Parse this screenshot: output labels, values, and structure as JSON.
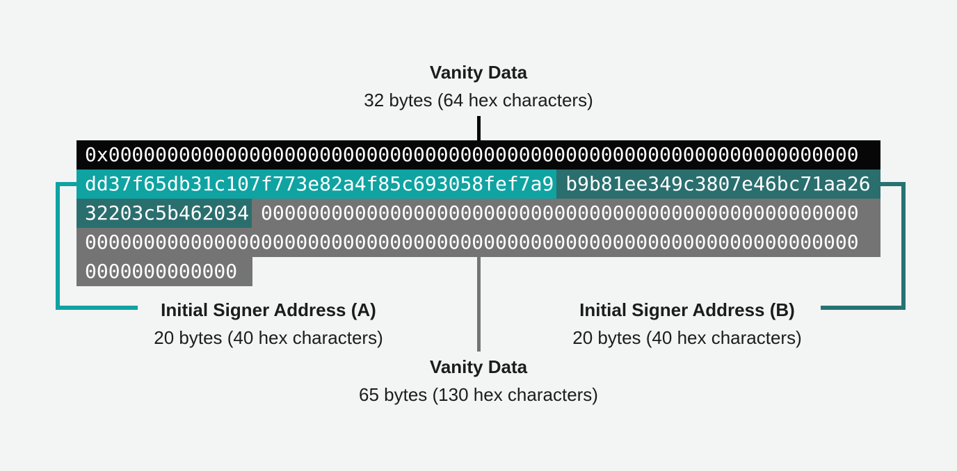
{
  "colors": {
    "page_bg": "#f3f4f4",
    "bar_black": "#070707",
    "teal_bright": "#0fa3a2",
    "teal_dark": "#2b6e6e",
    "grey_fill": "#747474",
    "grey_line": "#747474",
    "bracket_a": "#0fa3a2",
    "bracket_b": "#267372",
    "text_dark": "#1c1c1c",
    "text_light": "#ffffff"
  },
  "top_label": {
    "title": "Vanity Data",
    "subtitle": "32 bytes (64 hex characters)"
  },
  "hex": {
    "row1": "0x0000000000000000000000000000000000000000000000000000000000000000",
    "signer_a": "dd37f65db31c107f773e82a4f85c693058fef7a9",
    "signer_b_part1": "b9b81ee349c3807e46bc71aa26",
    "signer_b_part2": "32203c5b462034",
    "zeros_row3": "000000000000000000000000000000000000000000000000000",
    "zeros_row4": "000000000000000000000000000000000000000000000000000000000000000000",
    "zeros_row5": "0000000000000"
  },
  "label_a": {
    "title": "Initial Signer Address (A)",
    "subtitle": "20 bytes (40 hex characters)"
  },
  "label_b": {
    "title": "Initial Signer Address (B)",
    "subtitle": "20 bytes (40 hex characters)"
  },
  "bottom_label": {
    "title": "Vanity Data",
    "subtitle": "65 bytes (130 hex characters)"
  }
}
